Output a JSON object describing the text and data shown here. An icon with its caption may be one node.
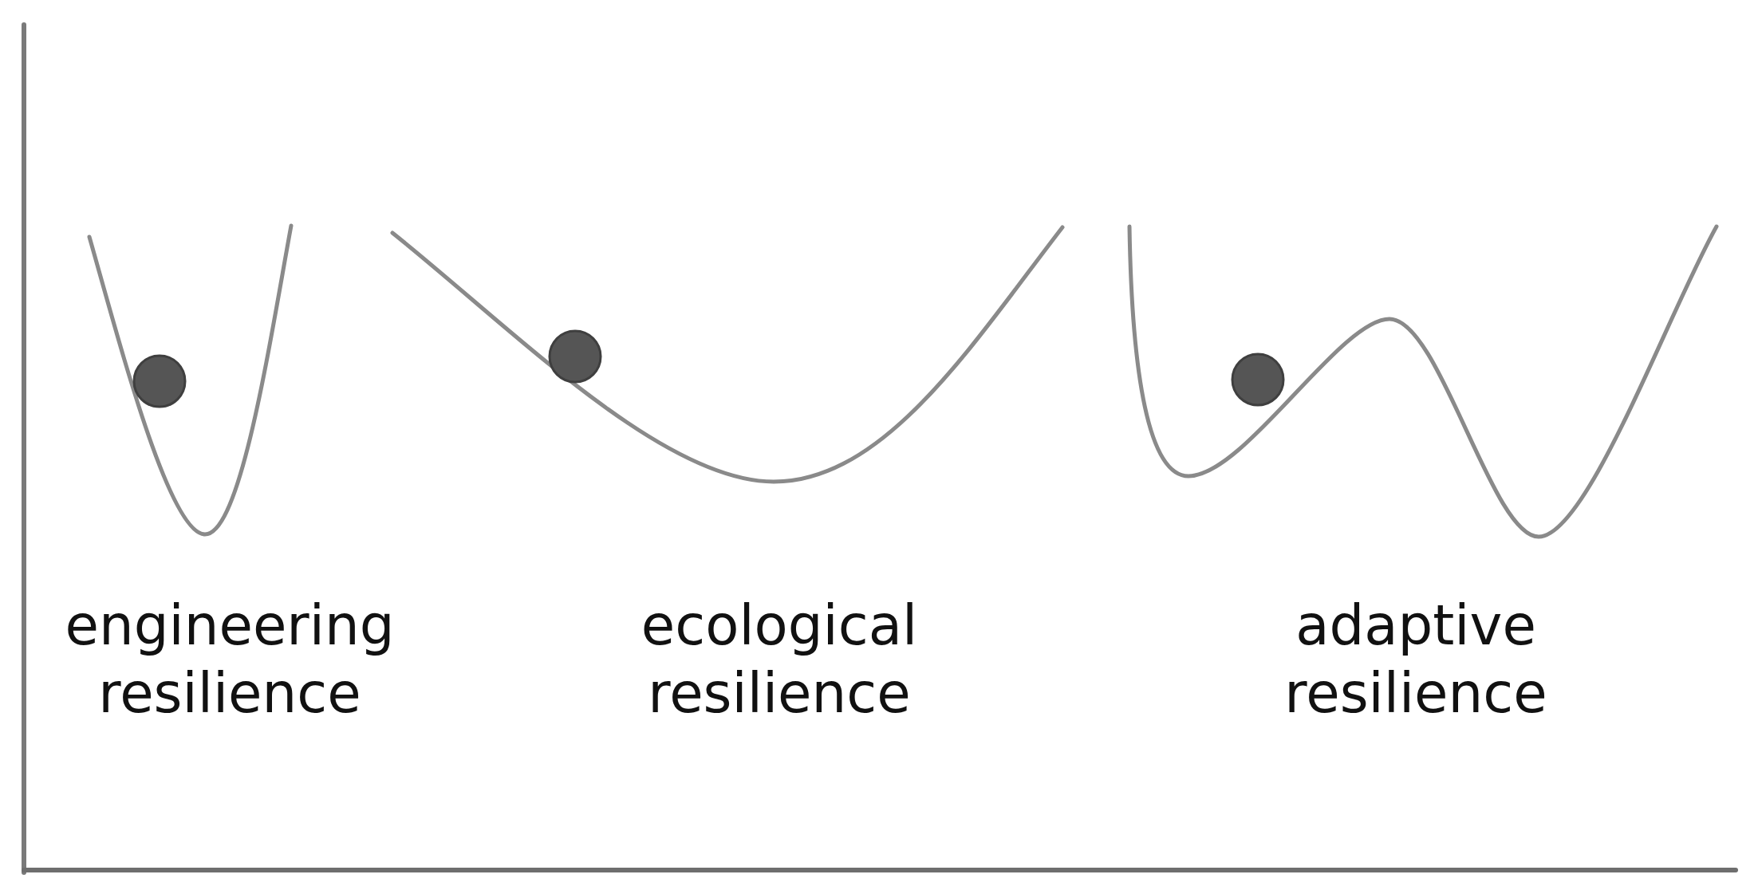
{
  "diagram": {
    "labels": [
      "engineering resilience",
      "ecological resilience",
      "adaptive resilience"
    ]
  }
}
